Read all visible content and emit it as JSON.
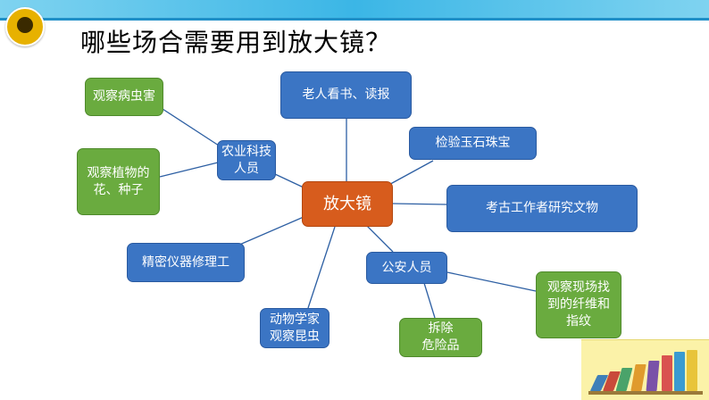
{
  "title": "哪些场合需要用到放大镜？",
  "diagram": {
    "center": "放大镜",
    "nodes": {
      "elderly": "老人看书、读报",
      "jade": "检验玉石珠宝",
      "archaeology": "考古工作者研究文物",
      "police": "公安人员",
      "crime_scene": "观察现场找\n到的纤维和\n指纹",
      "hazard": "拆除\n危险品",
      "zoologist": "动物学家\n观察昆虫",
      "instrument": "精密仪器修理工",
      "agriculture": "农业科技\n人员",
      "pests": "观察病虫害",
      "plants": "观察植物的\n花、种子"
    },
    "colors": {
      "person_nodes": "#3b75c4",
      "observation_nodes": "#6aab3f",
      "center_node": "#d75c1d",
      "connectors": "#2d5fa3"
    }
  },
  "icons": {
    "logo": "reader-silhouette-icon",
    "decoration": "books-stack-icon"
  }
}
